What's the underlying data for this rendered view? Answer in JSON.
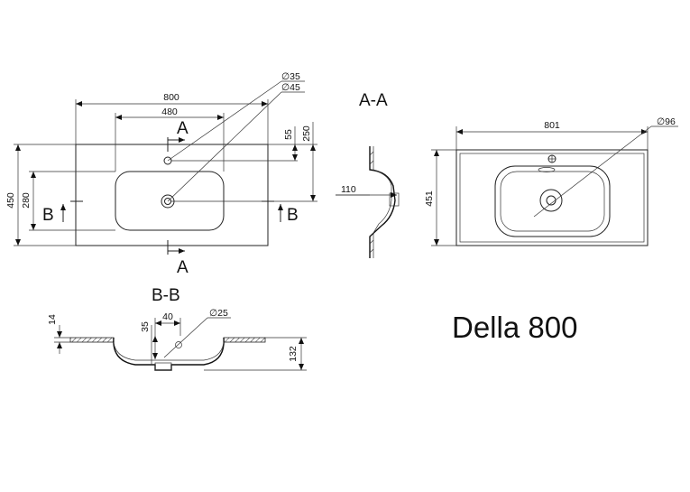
{
  "title": "Della 800",
  "section_labels": {
    "a_top": "A",
    "a_bottom": "A",
    "b_left": "B",
    "b_right": "B",
    "aa_title": "A-A",
    "bb_title": "B-B"
  },
  "top_view": {
    "width_total": "800",
    "width_basin": "480",
    "depth_total": "450",
    "depth_basin": "280",
    "tap_offset": "55",
    "drain_offset": "250",
    "hole_tap": "∅35",
    "hole_drain": "∅45"
  },
  "section_aa": {
    "depth": "110"
  },
  "right_view": {
    "width": "801",
    "depth": "451",
    "drain": "∅96"
  },
  "section_bb": {
    "thickness": "14",
    "drain_depth": "35",
    "drain_offset": "40",
    "drain_diameter": "∅25",
    "height": "132"
  }
}
